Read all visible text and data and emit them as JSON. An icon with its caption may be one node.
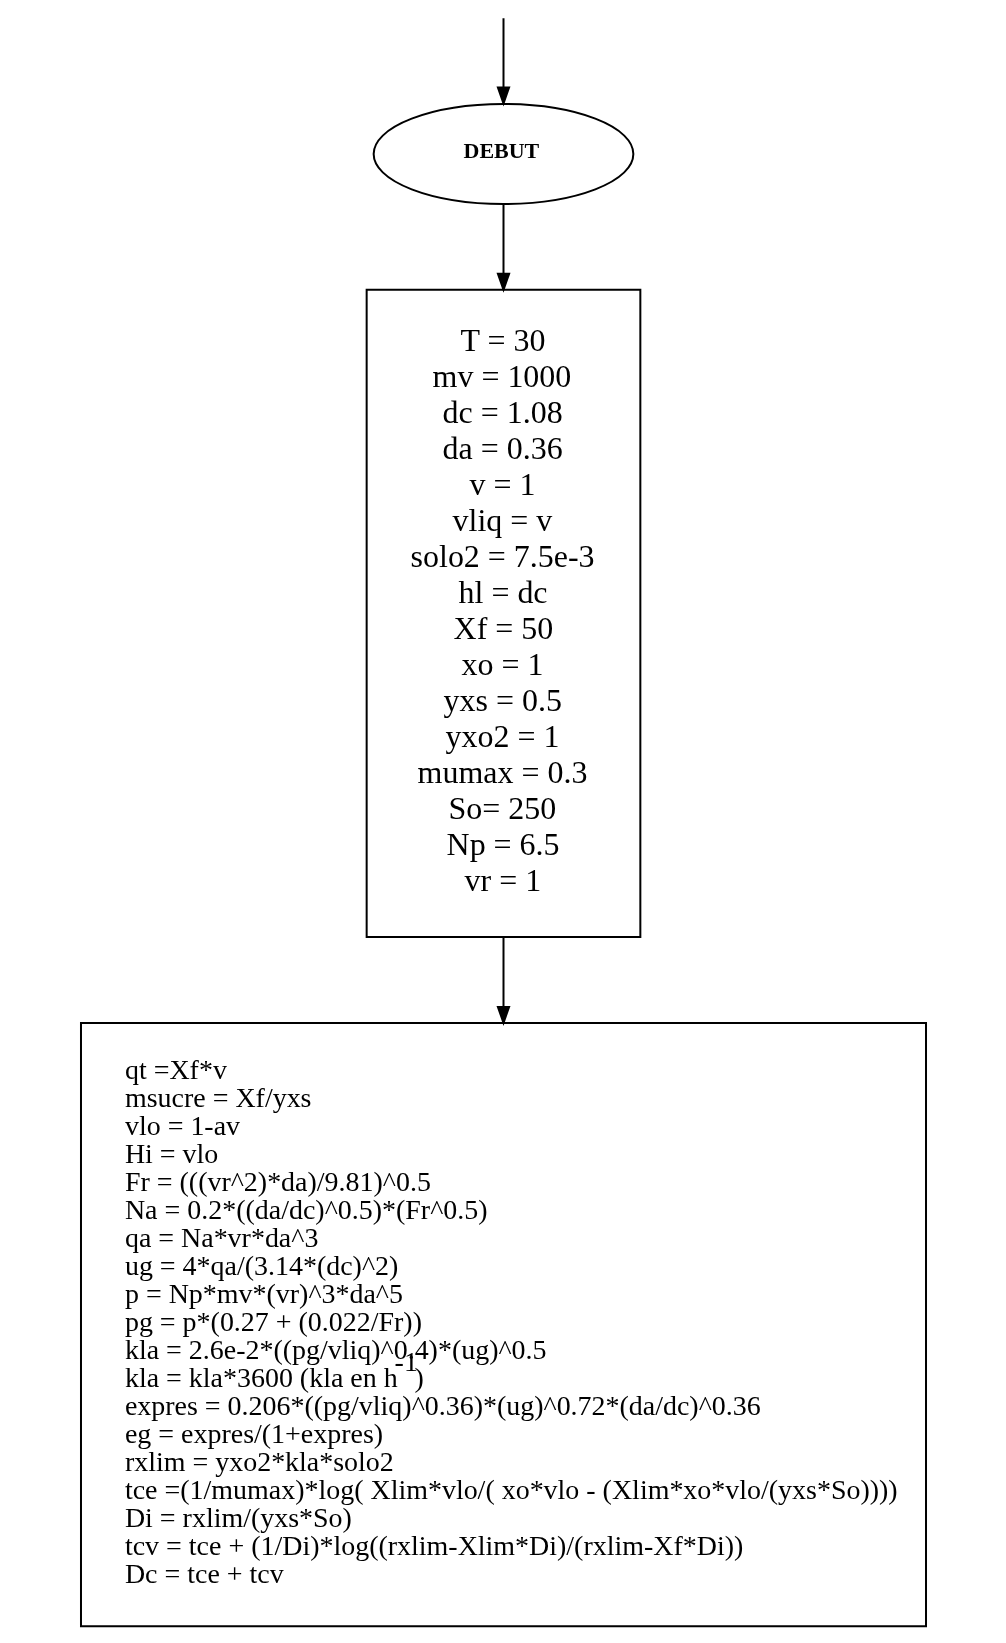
{
  "diagram": {
    "nodes": [
      {
        "text": [
          "DEBUT"
        ]
      },
      {
        "text": [
          "T = 30",
          "mv = 1000",
          "dc = 1.08",
          "da = 0.36",
          "v = 1",
          "vliq = v",
          "solo2 = 7.5e-3",
          "hl = dc",
          "Xf = 50",
          "xo = 1",
          "yxs = 0.5",
          "yxo2 = 1",
          "mumax = 0.3",
          "So= 250",
          "Np = 6.5",
          "vr = 1"
        ]
      },
      {
        "text": [
          "qt =Xf*v",
          "msucre = Xf/yxs",
          "vlo = 1-av",
          "Hi = vlo",
          "Fr = (((vr^2)*da)/9.81)^0.5",
          "Na = 0.2*((da/dc)^0.5)*(Fr^0.5)",
          "qa = Na*vr*da^3",
          "ug = 4*qa/(3.14*(dc)^2)",
          "p = Np*mv*(vr)^3*da^5",
          "pg = p*(0.27 + (0.022/Fr))",
          "kla = 2.6e-2*((pg/vliq)^0.4)*(ug)^0.5",
          "kla = kla*3600 (kla en h$^{-1}$)",
          "expres = 0.206*((pg/vliq)^0.36)*(ug)^0.72*(da/dc)^0.36",
          "eg = expres/(1+expres)",
          "rxlim = yxo2*kla*solo2",
          "tce =(1/mumax)*log( Xlim*vlo/( xo*vlo - (Xlim*xo*vlo/(yxs*So))))",
          "Di = rxlim/(yxs*So)",
          "tcv = tce + (1/Di)*log((rxlim-Xlim*Di)/(rxlim-Xf*Di))",
          "Dc = tce + tcv"
        ]
      }
    ],
    "edges": [
      {
        "from": null,
        "to": 0,
        "arrow": "to"
      },
      {
        "from": 0,
        "to": 1,
        "arrow": "to"
      },
      {
        "from": 1,
        "to": 2,
        "arrow": "to"
      }
    ]
  }
}
